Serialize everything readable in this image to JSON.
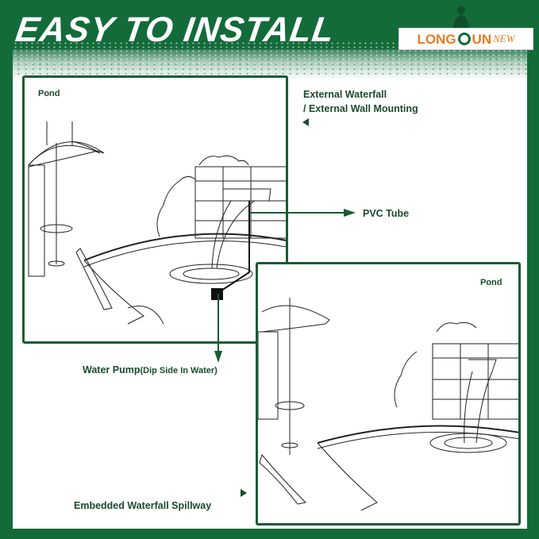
{
  "header": {
    "title": "EASY TO INSTALL",
    "logo": {
      "left": "LONG",
      "right": "UN",
      "suffix": "NEW"
    }
  },
  "panels": [
    {
      "label": "Pond"
    },
    {
      "label": "Pond"
    }
  ],
  "annotations": {
    "external_line1": "External Waterfall",
    "external_line2": "/ External Wall Mounting",
    "pvc_tube": "PVC Tube",
    "pump_main": "Water Pump",
    "pump_note": "(Dip Side In Water)",
    "embedded": "Embedded Waterfall Spillway"
  },
  "colors": {
    "brand_green": "#136b3a",
    "text_green": "#1b4a2c",
    "logo_orange": "#e77c1e"
  }
}
